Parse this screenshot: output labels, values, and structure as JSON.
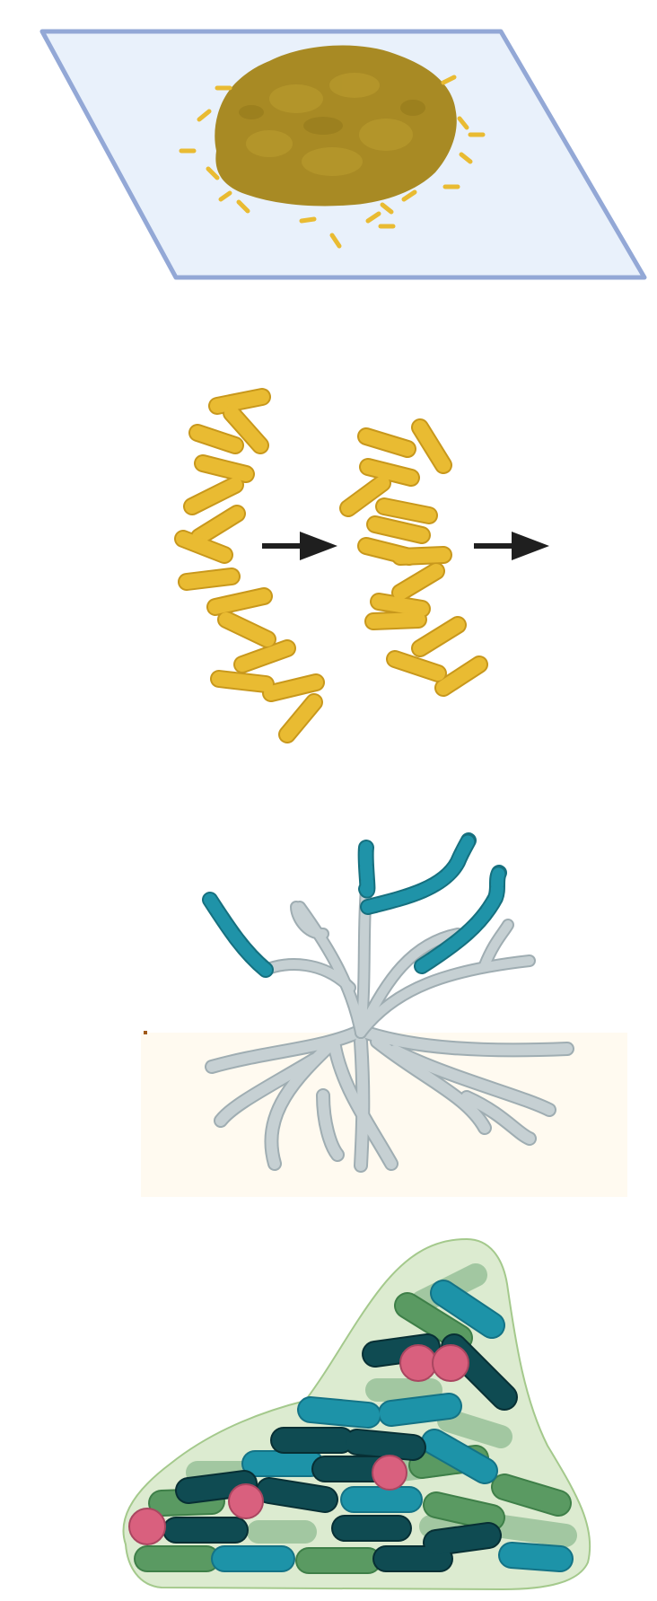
{
  "figure": {
    "panels": [
      {
        "id": "colony-on-slide",
        "caption": ""
      },
      {
        "id": "cell-chain-division",
        "caption": ""
      },
      {
        "id": "branching-mycelium",
        "caption": ""
      },
      {
        "id": "mixed-biofilm",
        "caption": ""
      }
    ]
  },
  "colors": {
    "slide_fill": "#e9f1fb",
    "slide_border": "#93a8d6",
    "colony": "#a88a24",
    "rod_yellow": "#e9bb32",
    "arrow": "#1f1f1f",
    "hypha": "#b5c4c8",
    "spore_teal": "#1f93a8",
    "substrate": "#fffaf0",
    "biofilm_matrix": "#dcebd0",
    "rod_dark_teal": "#0f4b52",
    "rod_teal": "#1d93a8",
    "rod_green": "#5a9a62",
    "rod_light_green": "#9cc49c",
    "cocci_pink": "#d9607e"
  }
}
